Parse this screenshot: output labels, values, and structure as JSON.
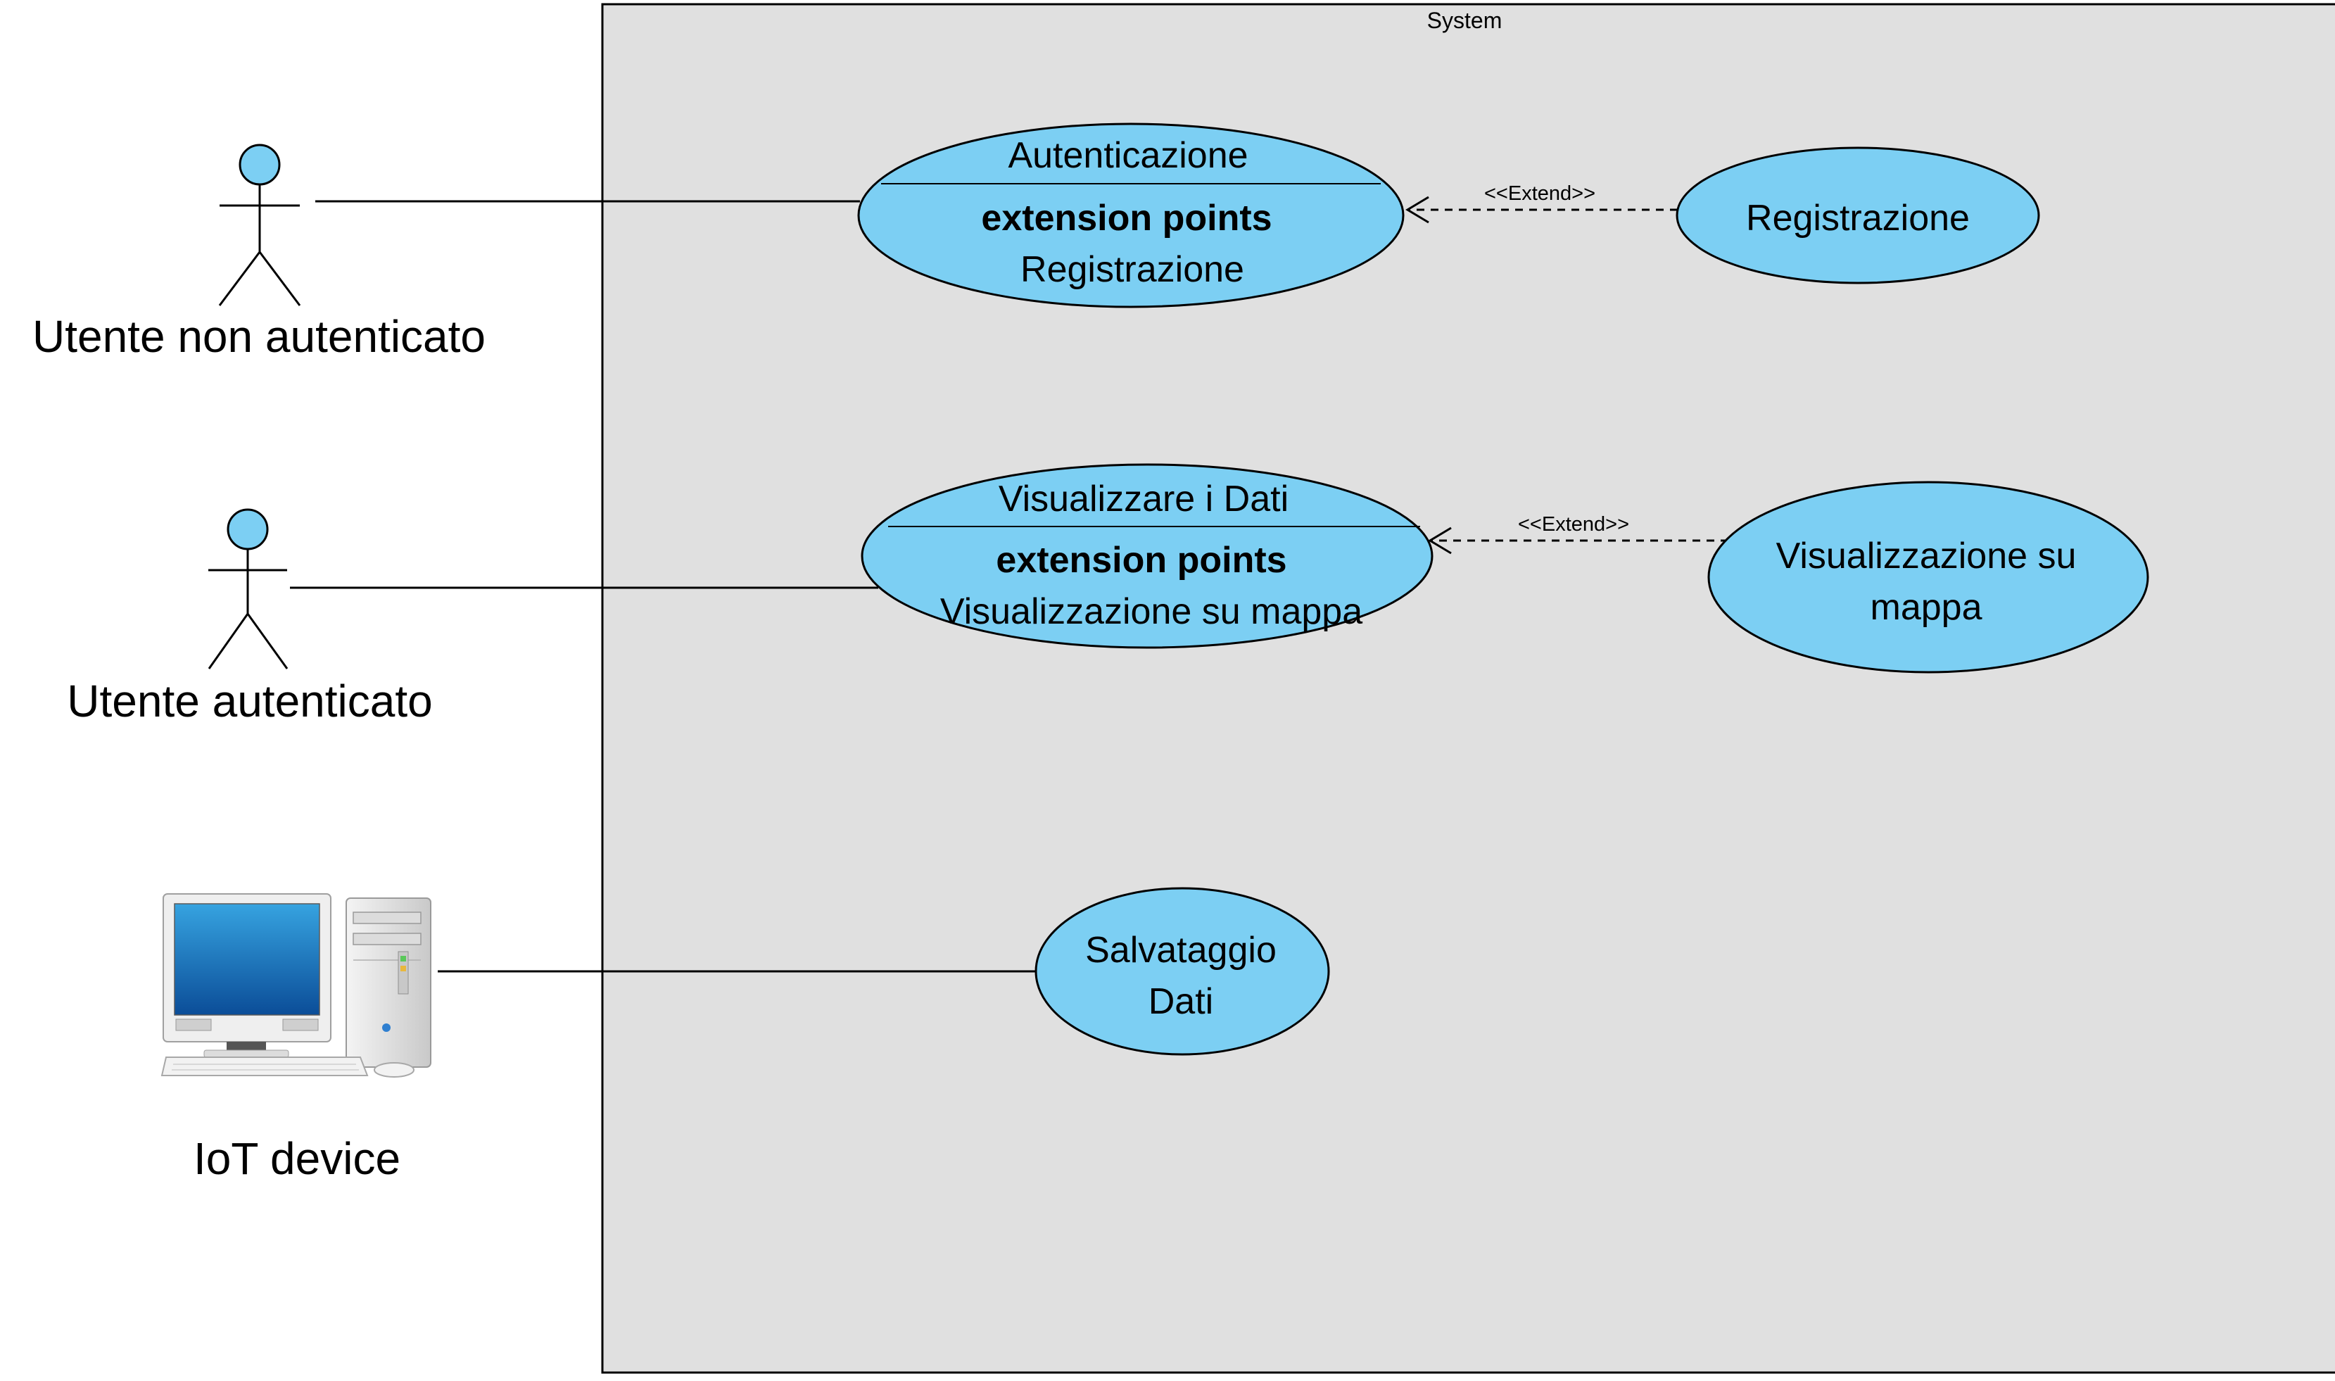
{
  "system": {
    "title": "System",
    "fill": "#e0e0e0",
    "stroke": "#000000"
  },
  "colors": {
    "usecase_fill": "#7ccff3",
    "actor_fill": "#7ccff3",
    "line": "#000000"
  },
  "actors": [
    {
      "name": "Utente non autenticato",
      "icon": "stick-figure-icon"
    },
    {
      "name": "Utente autenticato",
      "icon": "stick-figure-icon"
    },
    {
      "name": "IoT device",
      "icon": "desktop-computer-icon"
    }
  ],
  "use_cases": {
    "autenticazione": {
      "title": "Autenticazione",
      "extension_heading": "extension points",
      "extension_point": "Registrazione"
    },
    "registrazione": {
      "line1": "Registrazione"
    },
    "visualizzare": {
      "title": "Visualizzare i Dati",
      "extension_heading": "extension points",
      "extension_point": "Visualizzazione su mappa"
    },
    "mappa": {
      "line1": "Visualizzazione su",
      "line2": "mappa"
    },
    "salvataggio": {
      "line1": "Salvataggio",
      "line2": "Dati"
    }
  },
  "relations": {
    "extend_1": "<<Extend>>",
    "extend_2": "<<Extend>>"
  }
}
